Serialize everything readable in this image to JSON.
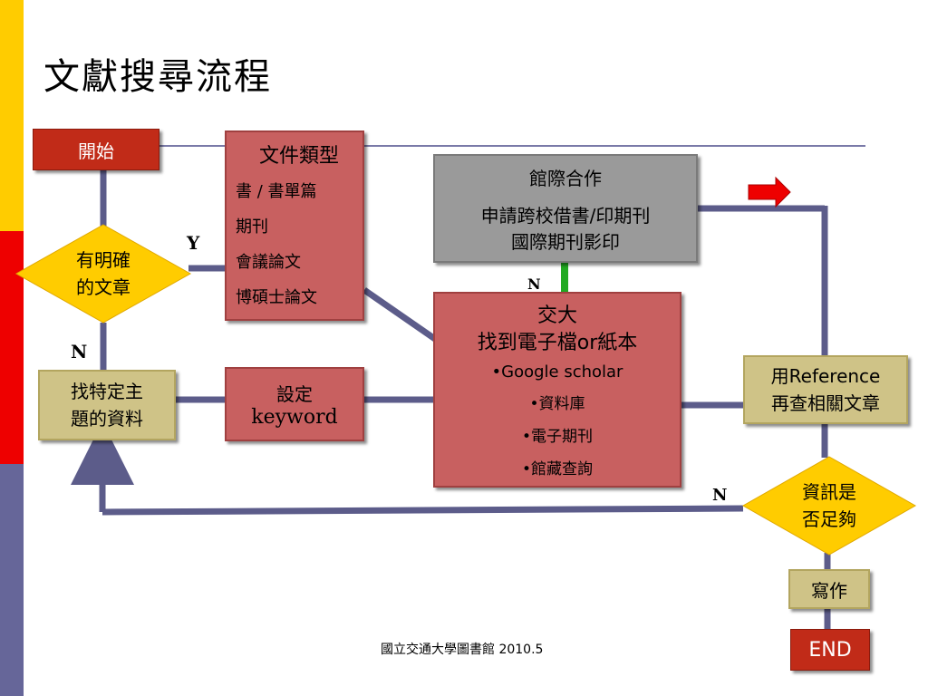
{
  "slide": {
    "title": "文獻搜尋流程",
    "footer": "國立交通大學圖書館 2010.5"
  },
  "nodes": {
    "start": "開始",
    "doc_types": {
      "heading": "文件類型",
      "items": [
        "書 / 書單篇",
        "期刊",
        "會議論文",
        "博碩士論文"
      ]
    },
    "ill": {
      "heading": "館際合作",
      "line1": "申請跨校借書/印期刊",
      "line2": "國際期刊影印"
    },
    "decision_article": {
      "line1": "有明確",
      "line2": "的文章"
    },
    "find_topic": {
      "line1": "找特定主",
      "line2": "題的資料"
    },
    "set_keyword": {
      "line1": "設定",
      "line2": "keyword"
    },
    "nctu": {
      "line1": "交大",
      "line2": "找到電子檔or紙本",
      "bullets": [
        "•Google scholar",
        "•資料庫",
        "•電子期刊",
        "•館藏查詢"
      ]
    },
    "reference": {
      "line1": "用Reference",
      "line2": "再查相關文章"
    },
    "decision_enough": {
      "line1": "資訊是",
      "line2": "否足夠"
    },
    "writing": "寫作",
    "end": "END"
  },
  "edge_labels": {
    "yes": "Y",
    "no_article": "N",
    "no_nctu": "N",
    "no_enough": "N"
  },
  "colors": {
    "bar_yellow": "#ffcc00",
    "bar_red": "#ee0000",
    "bar_blue": "#666699",
    "line": "#5c5c8a",
    "green_link": "#22aa22",
    "diamond": "#ffcc00",
    "arrow_red": "#ee0000"
  }
}
